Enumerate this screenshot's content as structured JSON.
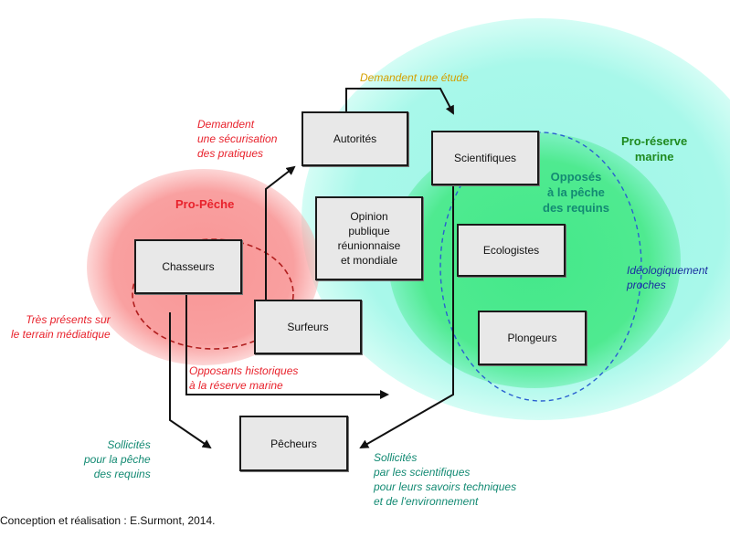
{
  "diagram": {
    "nodes": {
      "autorites": "Autorités",
      "scientifiques": "Scientifiques",
      "opinion": [
        "Opinion",
        "publique",
        "réunionnaise",
        "et mondiale"
      ],
      "ecologistes": "Ecologistes",
      "chasseurs": "Chasseurs",
      "surfeurs": "Surfeurs",
      "plongeurs": "Plongeurs",
      "pecheurs": "Pêcheurs"
    },
    "groups": {
      "pro_peche": "Pro-Pêche",
      "pro_reserve": [
        "Pro-réserve",
        "marine"
      ],
      "opposes": [
        "Opposés",
        "à la pêche",
        "des requins"
      ]
    },
    "annotations": {
      "demandent_etude": "Demandent une étude",
      "demandent_securisation": [
        "Demandent",
        "une sécurisation",
        "des pratiques"
      ],
      "tres_presents": [
        "Très présents sur",
        "le terrain médiatique"
      ],
      "opposants_historiques": [
        "Opposants historiques",
        "à la réserve marine"
      ],
      "ideologiquement": [
        "Idéologiquement",
        "proches"
      ],
      "sollicites_peche": [
        "Sollicités",
        "pour la pêche",
        "des requins"
      ],
      "sollicites_scientifiques": [
        "Sollicités",
        "par les scientifiques",
        "pour leurs savoirs techniques",
        "et de l'environnement"
      ]
    },
    "colors": {
      "pro_peche": "#e8222c",
      "pro_reserve": "#1f8a1f",
      "opposes": "#138a73",
      "etude": "#d4a000",
      "ideologie": "#1a2fa0"
    }
  },
  "credit": "Conception et réalisation : E.Surmont, 2014."
}
